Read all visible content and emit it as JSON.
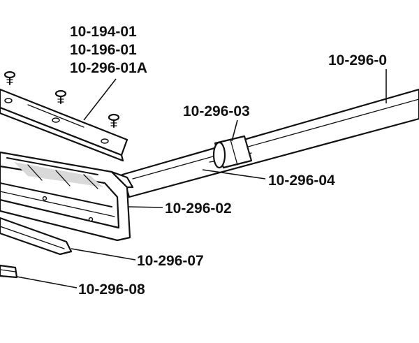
{
  "labels": {
    "blade_set": [
      "10-194-01",
      "10-196-01",
      "10-296-01A"
    ],
    "handle": "10-296-0",
    "ring": "10-296-03",
    "ferrule": "10-296-04",
    "head": "10-296-02",
    "strip": "10-296-07",
    "block": "10-296-08"
  },
  "colors": {
    "ink": "#111111",
    "background": "#ffffff"
  }
}
